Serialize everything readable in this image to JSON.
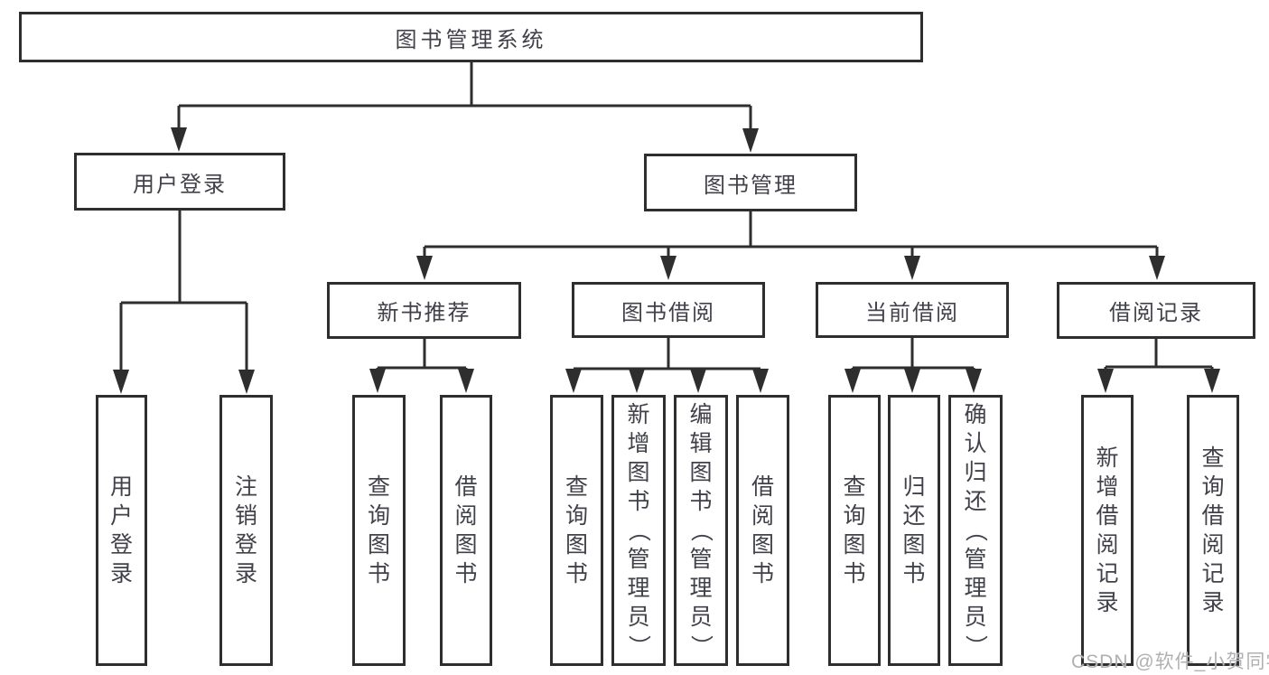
{
  "diagram": {
    "root": {
      "label": "图书管理系统",
      "children": [
        {
          "label": "用户登录",
          "children": [
            {
              "label": "用户登录"
            },
            {
              "label": "注销登录"
            }
          ]
        },
        {
          "label": "图书管理",
          "children": [
            {
              "label": "新书推荐",
              "children": [
                {
                  "label": "查询图书"
                },
                {
                  "label": "借阅图书"
                }
              ]
            },
            {
              "label": "图书借阅",
              "children": [
                {
                  "label": "查询图书"
                },
                {
                  "label": "新增图书（管理员）"
                },
                {
                  "label": "编辑图书（管理员）"
                },
                {
                  "label": "借阅图书"
                }
              ]
            },
            {
              "label": "当前借阅",
              "children": [
                {
                  "label": "查询图书"
                },
                {
                  "label": "归还图书"
                },
                {
                  "label": "确认归还（管理员）"
                }
              ]
            },
            {
              "label": "借阅记录",
              "children": [
                {
                  "label": "新增借阅记录"
                },
                {
                  "label": "查询借阅记录"
                }
              ]
            }
          ]
        }
      ]
    }
  },
  "watermark": {
    "text": "CSDN @软件_小贺同学"
  },
  "colors": {
    "line": "#2e2e2e",
    "border": "#2e2e2e",
    "text": "#41414a",
    "watermark": "#b0b0b3",
    "background": "#ffffff"
  }
}
